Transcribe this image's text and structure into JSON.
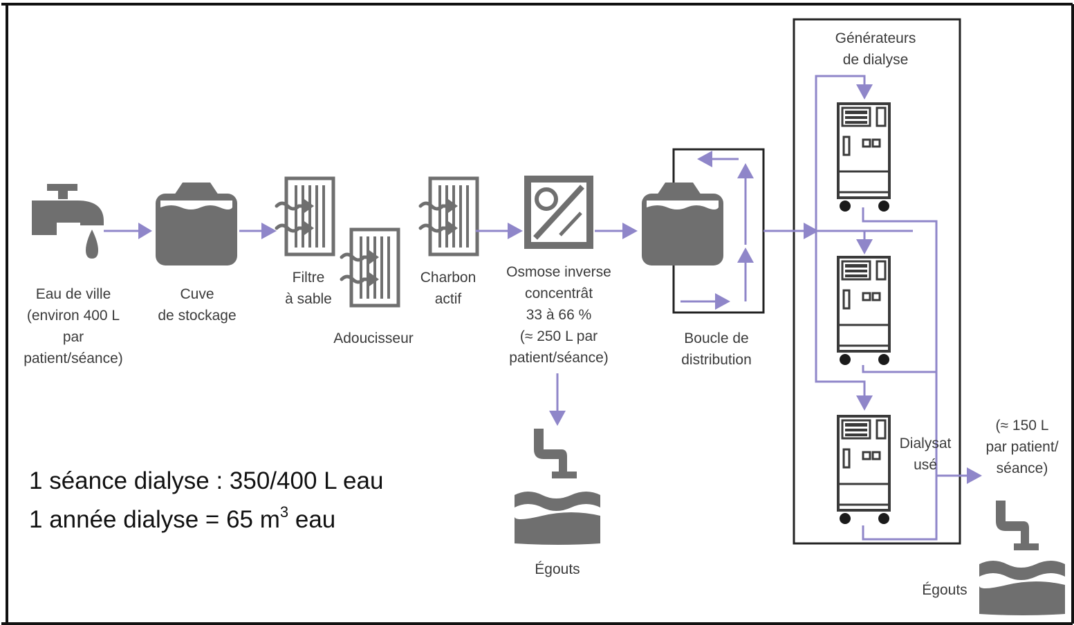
{
  "colors": {
    "arrow": "#8f86c9",
    "icon": "#6f6f6f",
    "border": "#111111",
    "text": "#3a3a3a"
  },
  "labels": {
    "eau_ville": [
      "Eau de ville",
      "(environ 400 L",
      "par",
      "patient/séance)"
    ],
    "cuve": [
      "Cuve",
      "de stockage"
    ],
    "filtre": [
      "Filtre",
      "à sable"
    ],
    "adoucisseur": [
      "Adoucisseur"
    ],
    "charbon": [
      "Charbon",
      "actif"
    ],
    "osmose": [
      "Osmose inverse",
      "concentrât",
      "33 à 66 %",
      "(≈ 250 L par",
      "patient/séance)"
    ],
    "boucle": [
      "Boucle de",
      "distribution"
    ],
    "generateurs": [
      "Générateurs",
      "de dialyse"
    ],
    "egouts_1": "Égouts",
    "dialysat": [
      "Dialysat",
      "usé"
    ],
    "rejet": [
      "(≈ 150 L",
      "par patient/",
      "séance)"
    ],
    "egouts_2": "Égouts"
  },
  "notes": {
    "line1": "1 séance  dialyse : 350/400 L eau",
    "line2_prefix": "1 année dialyse = 65 m",
    "line2_sup": "3",
    "line2_suffix": " eau"
  },
  "icons": [
    "tap-icon",
    "storage-tank-icon",
    "sand-filter-icon",
    "softener-icon",
    "activated-carbon-icon",
    "reverse-osmosis-icon",
    "distribution-tank-icon",
    "dialysis-generator-icon",
    "drain-icon"
  ]
}
